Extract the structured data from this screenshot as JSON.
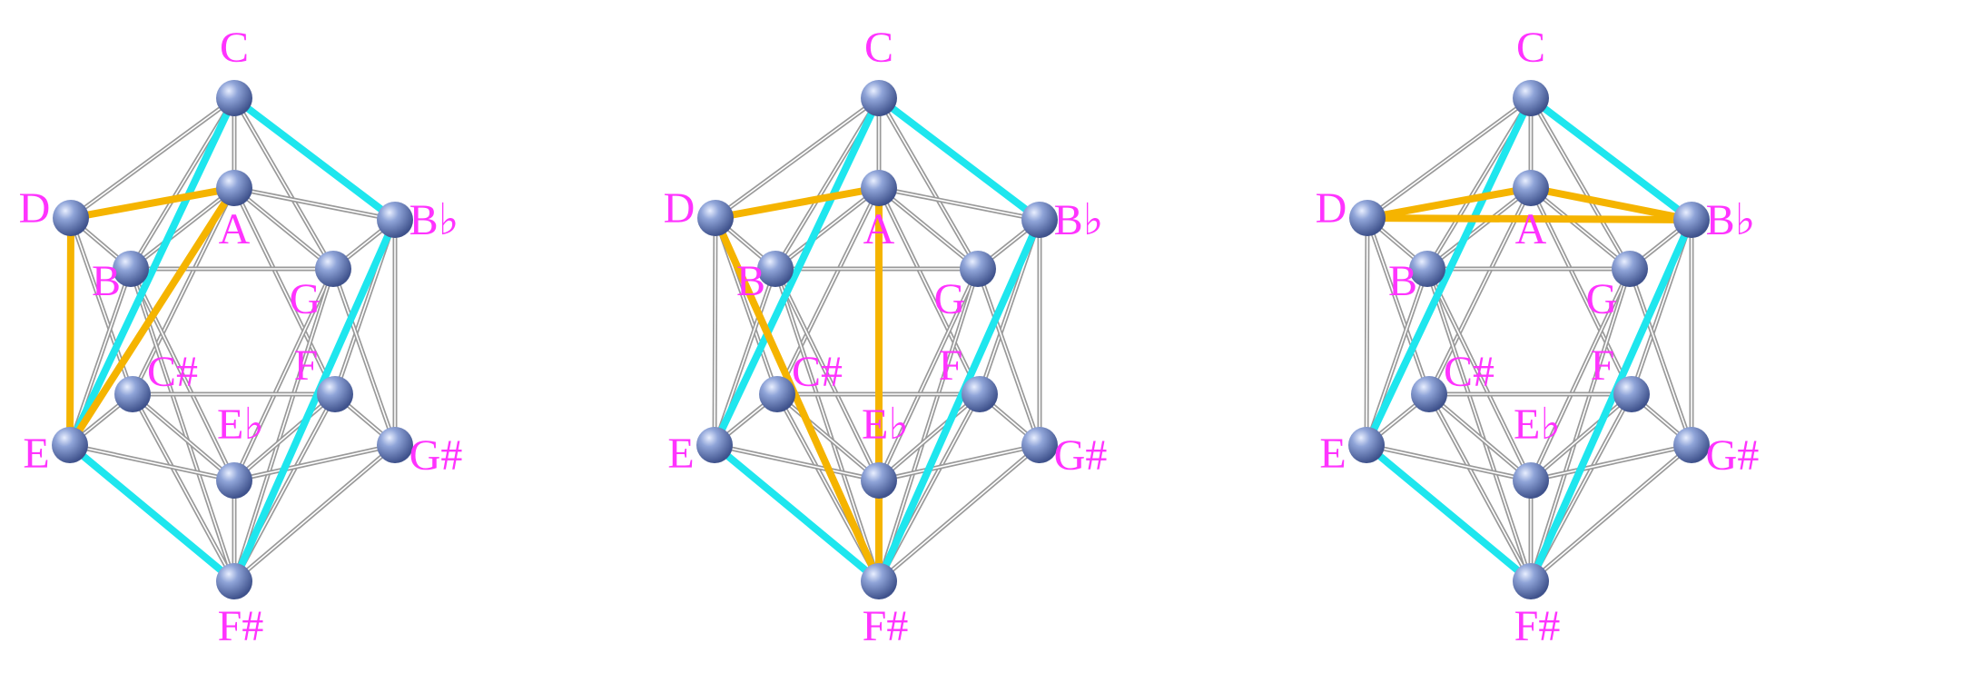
{
  "colors": {
    "background": "#ffffff",
    "label": "#ff33ff",
    "gray_edge": "#9a9a9a",
    "cyan_edge": "#1ee6ee",
    "orange_edge": "#f5b400",
    "node": "#6f86c4"
  },
  "notes": [
    "C",
    "D",
    "B♭",
    "A",
    "B",
    "G",
    "C#",
    "F",
    "E",
    "G#",
    "E♭",
    "F#"
  ],
  "diagrams": [
    {
      "cyan_edges": [
        [
          "C",
          "B♭"
        ],
        [
          "B♭",
          "F#"
        ],
        [
          "F#",
          "E"
        ],
        [
          "E",
          "C"
        ]
      ],
      "orange_edges": [
        [
          "D",
          "A"
        ],
        [
          "A",
          "E"
        ],
        [
          "E",
          "D"
        ]
      ]
    },
    {
      "cyan_edges": [
        [
          "C",
          "B♭"
        ],
        [
          "B♭",
          "F#"
        ],
        [
          "F#",
          "E"
        ],
        [
          "E",
          "C"
        ]
      ],
      "orange_edges": [
        [
          "D",
          "A"
        ],
        [
          "A",
          "F#"
        ],
        [
          "F#",
          "D"
        ]
      ]
    },
    {
      "cyan_edges": [
        [
          "C",
          "B♭"
        ],
        [
          "B♭",
          "F#"
        ],
        [
          "F#",
          "E"
        ],
        [
          "E",
          "C"
        ]
      ],
      "orange_edges": [
        [
          "D",
          "A"
        ],
        [
          "A",
          "B♭"
        ],
        [
          "B♭",
          "D"
        ]
      ]
    }
  ]
}
